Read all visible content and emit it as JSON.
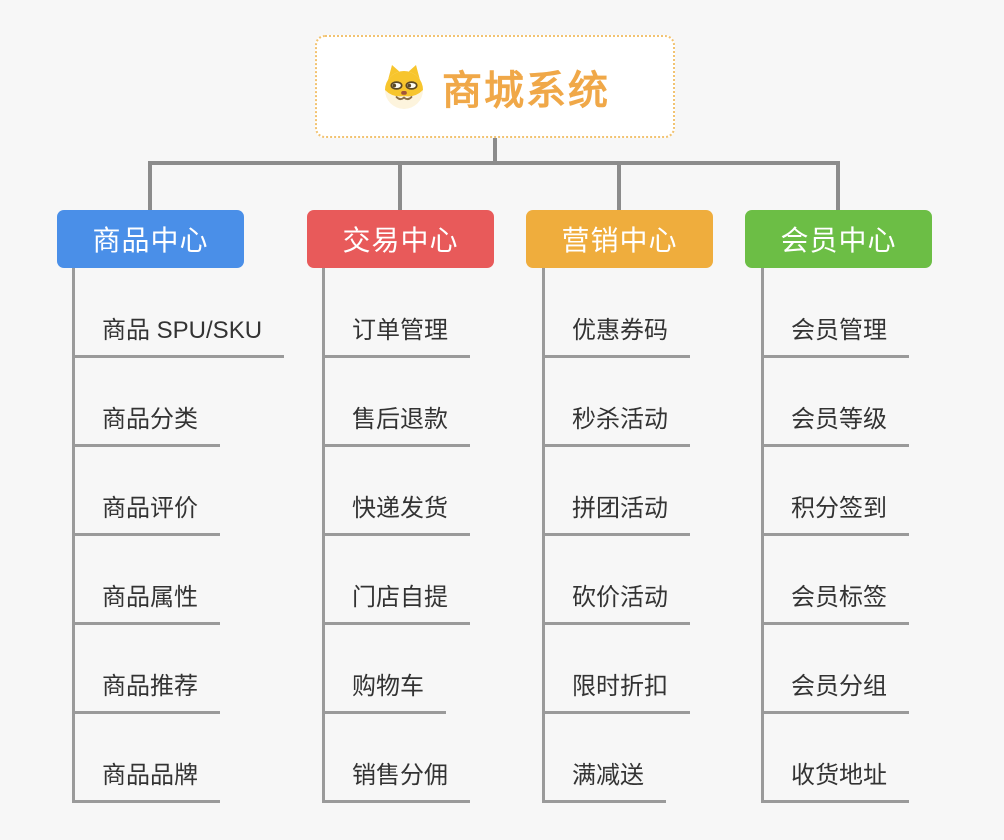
{
  "root": {
    "title": "商城系统",
    "icon": "dog-face-icon"
  },
  "colors": {
    "background": "#f7f7f7",
    "connector": "#8c8c8c",
    "underline": "#9a9a9a",
    "root_text": "#f0a848",
    "root_border": "#f2c371",
    "leaf_text": "#333333"
  },
  "branches": [
    {
      "label": "商品中心",
      "color": "#4a8fe8",
      "children": [
        "商品 SPU/SKU",
        "商品分类",
        "商品评价",
        "商品属性",
        "商品推荐",
        "商品品牌"
      ]
    },
    {
      "label": "交易中心",
      "color": "#e85a5a",
      "children": [
        "订单管理",
        "售后退款",
        "快递发货",
        "门店自提",
        "购物车",
        "销售分佣"
      ]
    },
    {
      "label": "营销中心",
      "color": "#efad3d",
      "children": [
        "优惠券码",
        "秒杀活动",
        "拼团活动",
        "砍价活动",
        "限时折扣",
        "满减送"
      ]
    },
    {
      "label": "会员中心",
      "color": "#6cbe45",
      "children": [
        "会员管理",
        "会员等级",
        "积分签到",
        "会员标签",
        "会员分组",
        "收货地址"
      ]
    }
  ]
}
